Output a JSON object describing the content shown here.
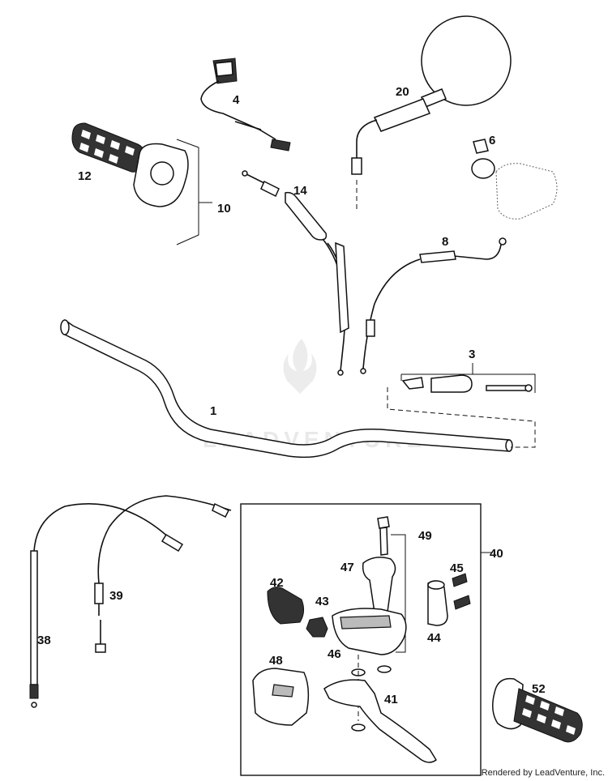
{
  "watermark": "LEADVENTURE",
  "credit": "Rendered by LeadVenture, Inc.",
  "callouts": {
    "c1": "1",
    "c3": "3",
    "c4": "4",
    "c6": "6",
    "c8": "8",
    "c10": "10",
    "c12": "12",
    "c14": "14",
    "c20": "20",
    "c38": "38",
    "c39": "39",
    "c40": "40",
    "c41": "41",
    "c42": "42",
    "c43": "43",
    "c44": "44",
    "c45": "45",
    "c46": "46",
    "c47": "47",
    "c48": "48",
    "c49": "49",
    "c52": "52"
  }
}
